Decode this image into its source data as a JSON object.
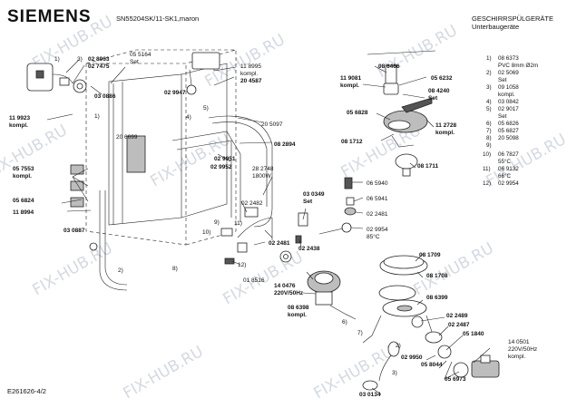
{
  "header": {
    "brand": "SIEMENS",
    "model": "SN55204SK/11-SK1,maron",
    "title_line1": "GESCHIRRSPÜLGERÄTE",
    "title_line2": "Unterbaugeräte"
  },
  "footer": {
    "doc_id": "E261626-4/2"
  },
  "watermark": "FIX-HUB.RU",
  "part_labels": [
    {
      "id": "p1",
      "text": "02 8963",
      "bold": true
    },
    {
      "id": "p2",
      "text": "02 7475",
      "bold": true
    },
    {
      "id": "p3",
      "text": "05 5164",
      "bold": false
    },
    {
      "id": "p4",
      "text": "Set",
      "bold": false
    },
    {
      "id": "p5",
      "text": "03 0886",
      "bold": true
    },
    {
      "id": "p6",
      "text": "11 9923",
      "bold": true
    },
    {
      "id": "p7",
      "text": "kompl.",
      "bold": true
    },
    {
      "id": "p8",
      "text": "02 9947",
      "bold": true
    },
    {
      "id": "p9",
      "text": "11 8995",
      "bold": false
    },
    {
      "id": "p10",
      "text": "kompl.",
      "bold": false
    },
    {
      "id": "p11",
      "text": "20 4587",
      "bold": true
    },
    {
      "id": "p12",
      "text": "20 6699",
      "bold": false
    },
    {
      "id": "p13",
      "text": "20 5097",
      "bold": false
    },
    {
      "id": "p14",
      "text": "02 9951",
      "bold": true
    },
    {
      "id": "p15",
      "text": "02 9952",
      "bold": true
    },
    {
      "id": "p16",
      "text": "08 2894",
      "bold": true
    },
    {
      "id": "p17",
      "text": "05 7553",
      "bold": true
    },
    {
      "id": "p18",
      "text": "kompl.",
      "bold": true
    },
    {
      "id": "p19",
      "text": "28 2748",
      "bold": false
    },
    {
      "id": "p20",
      "text": "1800W",
      "bold": false
    },
    {
      "id": "p21",
      "text": "05 6824",
      "bold": true
    },
    {
      "id": "p22",
      "text": "03 0349",
      "bold": true
    },
    {
      "id": "p23",
      "text": "Set",
      "bold": true
    },
    {
      "id": "p24",
      "text": "02 2482",
      "bold": false
    },
    {
      "id": "p25",
      "text": "11 8994",
      "bold": true
    },
    {
      "id": "p26",
      "text": "03 0887",
      "bold": true
    },
    {
      "id": "p27",
      "text": "02 2481",
      "bold": true
    },
    {
      "id": "p28",
      "text": "02 2438",
      "bold": true
    },
    {
      "id": "p29",
      "text": "01 8516",
      "bold": false
    },
    {
      "id": "p30",
      "text": "14 0476",
      "bold": true
    },
    {
      "id": "p31",
      "text": "220V/50Hz",
      "bold": true
    },
    {
      "id": "p32",
      "text": "08 6398",
      "bold": true
    },
    {
      "id": "p33",
      "text": "kompl.",
      "bold": true
    },
    {
      "id": "p34",
      "text": "08 6466",
      "bold": true
    },
    {
      "id": "p35",
      "text": "11 9081",
      "bold": true
    },
    {
      "id": "p36",
      "text": "kompl.",
      "bold": true
    },
    {
      "id": "p37",
      "text": "05 6232",
      "bold": true
    },
    {
      "id": "p38",
      "text": "08 4240",
      "bold": true
    },
    {
      "id": "p39",
      "text": "Set",
      "bold": true
    },
    {
      "id": "p40",
      "text": "05 6828",
      "bold": true
    },
    {
      "id": "p41",
      "text": "11 2728",
      "bold": true
    },
    {
      "id": "p42",
      "text": "kompl.",
      "bold": true
    },
    {
      "id": "p43",
      "text": "08 1712",
      "bold": true
    },
    {
      "id": "p44",
      "text": "08 1711",
      "bold": true
    },
    {
      "id": "p45",
      "text": "06 5940",
      "bold": false
    },
    {
      "id": "p46",
      "text": "06 5941",
      "bold": false
    },
    {
      "id": "p47",
      "text": "02 2481",
      "bold": false
    },
    {
      "id": "p48",
      "text": "02 9954",
      "bold": false
    },
    {
      "id": "p49",
      "text": "85°C",
      "bold": false
    },
    {
      "id": "p50",
      "text": "08 1709",
      "bold": true
    },
    {
      "id": "p51",
      "text": "08 1708",
      "bold": true
    },
    {
      "id": "p52",
      "text": "08 6399",
      "bold": true
    },
    {
      "id": "p53",
      "text": "02 2489",
      "bold": true
    },
    {
      "id": "p54",
      "text": "02 2487",
      "bold": true
    },
    {
      "id": "p55",
      "text": "05 1840",
      "bold": true
    },
    {
      "id": "p56",
      "text": "14 0501",
      "bold": false
    },
    {
      "id": "p57",
      "text": "220V/50Hz",
      "bold": false
    },
    {
      "id": "p58",
      "text": "kompl.",
      "bold": false
    },
    {
      "id": "p59",
      "text": "02 9950",
      "bold": true
    },
    {
      "id": "p60",
      "text": "05 8044",
      "bold": true
    },
    {
      "id": "p61",
      "text": "05 6973",
      "bold": true
    },
    {
      "id": "p62",
      "text": "03 0134",
      "bold": true
    }
  ],
  "callouts": [
    {
      "id": "c1",
      "text": "1)"
    },
    {
      "id": "c2",
      "text": "3)"
    },
    {
      "id": "c3",
      "text": "4)"
    },
    {
      "id": "c4",
      "text": "5)"
    },
    {
      "id": "c5",
      "text": "1)"
    },
    {
      "id": "c6",
      "text": "10)"
    },
    {
      "id": "c7",
      "text": "11)"
    },
    {
      "id": "c8",
      "text": "9)"
    },
    {
      "id": "c9",
      "text": "12)"
    },
    {
      "id": "c10",
      "text": "8)"
    },
    {
      "id": "c11",
      "text": "2)"
    },
    {
      "id": "c12",
      "text": "6)"
    },
    {
      "id": "c13",
      "text": "7)"
    },
    {
      "id": "c14",
      "text": "2)"
    },
    {
      "id": "c15",
      "text": "3)"
    }
  ],
  "legend": [
    {
      "num": "1)",
      "text": "08 6373"
    },
    {
      "num": "",
      "text": "PVC 8mm Ø2m"
    },
    {
      "num": "2)",
      "text": "02 5069"
    },
    {
      "num": "",
      "text": "Set"
    },
    {
      "num": "3)",
      "text": "09 1058"
    },
    {
      "num": "",
      "text": "kompl."
    },
    {
      "num": "4)",
      "text": "03 0842"
    },
    {
      "num": "5)",
      "text": "02 9017"
    },
    {
      "num": "",
      "text": "Set"
    },
    {
      "num": "6)",
      "text": "05 6826"
    },
    {
      "num": "7)",
      "text": "05 6827"
    },
    {
      "num": "8)",
      "text": "20 5098"
    },
    {
      "num": "9)",
      "text": ""
    },
    {
      "num": "10)",
      "text": "06 7827"
    },
    {
      "num": "",
      "text": "55°C"
    },
    {
      "num": "11)",
      "text": "06 9132"
    },
    {
      "num": "",
      "text": "66°C"
    },
    {
      "num": "12)",
      "text": "02 9954"
    }
  ]
}
